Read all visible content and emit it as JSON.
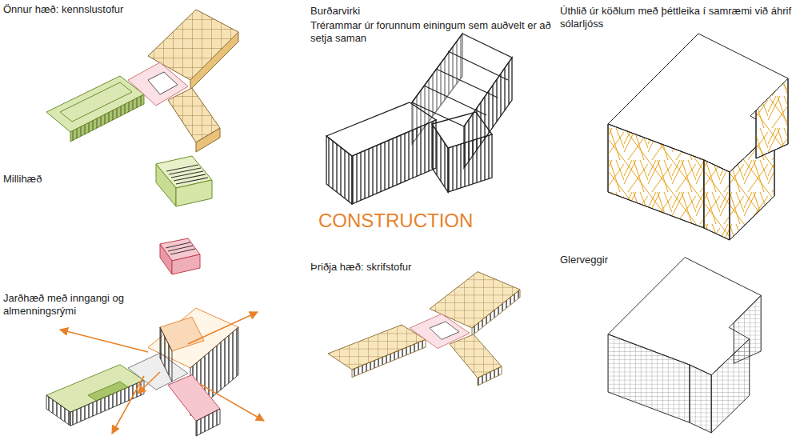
{
  "diagram": {
    "title": "CONSTRUCTION",
    "labels": [
      "Önnur hæð: kennslustofur",
      "Burðarvirki",
      "Trérammar úr forunnum einingum sem auðvelt er að setja saman",
      "Úthlið úr köðlum með þéttleika í samræmi við áhrif sólarljóss",
      "Millihæð",
      "Þriðja hæð: skrifstofur",
      "Glerveggir",
      "Jarðhæð með inngangi og almenningsrými"
    ]
  }
}
